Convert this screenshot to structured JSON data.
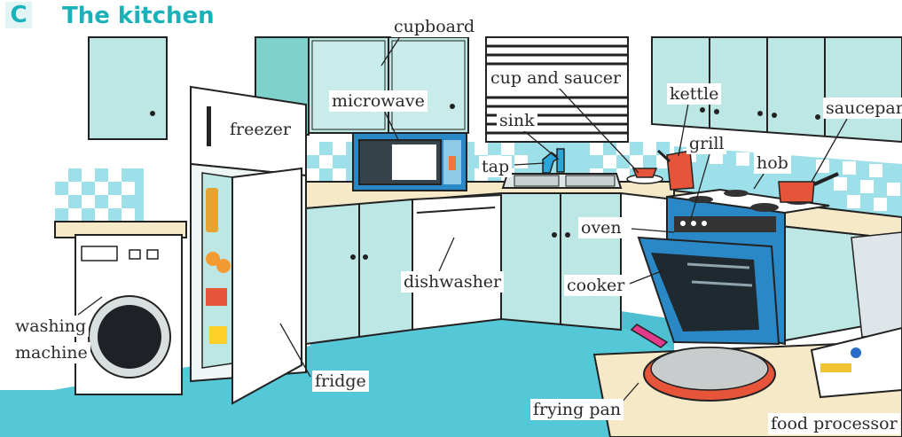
{
  "section": {
    "letter": "C",
    "title": "The kitchen"
  },
  "labels": {
    "cupboard": "cupboard",
    "microwave": "microwave",
    "freezer": "freezer",
    "cup_and_saucer": "cup and saucer",
    "sink": "sink",
    "tap": "tap",
    "kettle": "kettle",
    "saucepan": "saucepan",
    "grill": "grill",
    "hob": "hob",
    "oven": "oven",
    "dishwasher": "dishwasher",
    "cooker": "cooker",
    "washing_machine_1": "washing",
    "washing_machine_2": "machine",
    "fridge": "fridge",
    "frying_pan": "frying pan",
    "food_processor": "food processor"
  }
}
